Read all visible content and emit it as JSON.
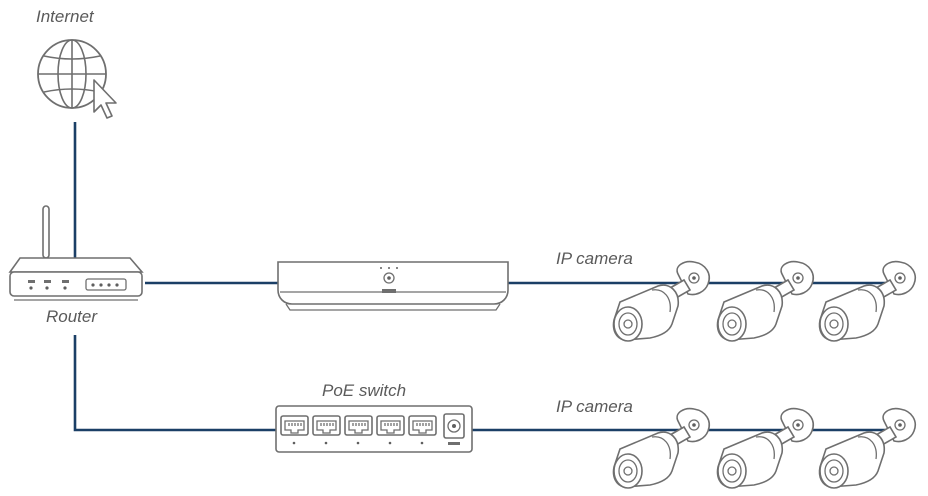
{
  "labels": {
    "internet": "Internet",
    "router": "Router",
    "poe_switch": "PoE switch",
    "ip_camera_top": "IP camera",
    "ip_camera_bottom": "IP camera"
  },
  "colors": {
    "cable": "#1b3f66",
    "outline": "#6f6f6f",
    "label": "#5a5a5a"
  },
  "icons": [
    "globe-icon",
    "cursor-icon",
    "router-icon",
    "nvr-icon",
    "poe-switch-icon",
    "ip-camera-icon"
  ]
}
